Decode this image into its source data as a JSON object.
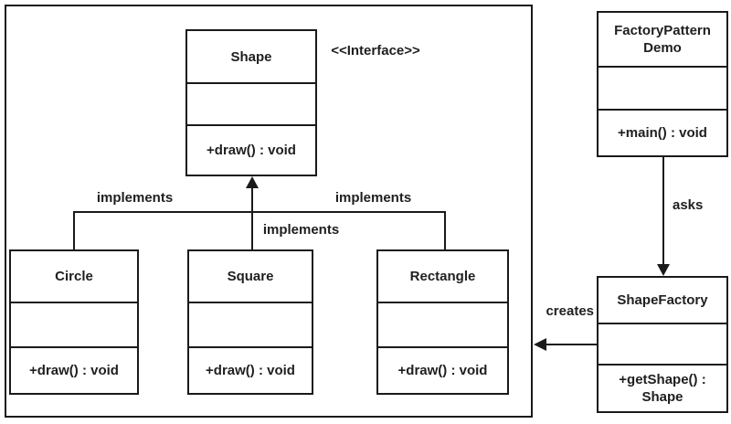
{
  "colors": {
    "line": "#1a1a1a",
    "background": "#ffffff",
    "text": "#1f1f1f"
  },
  "stereotype": "<<Interface>>",
  "classes": {
    "shape": {
      "name": "Shape",
      "method": "+draw() : void"
    },
    "circle": {
      "name": "Circle",
      "method": "+draw() : void"
    },
    "square": {
      "name": "Square",
      "method": "+draw() : void"
    },
    "rectangle": {
      "name": "Rectangle",
      "method": "+draw() : void"
    },
    "factory_pattern_demo": {
      "name_line1": "FactoryPattern",
      "name_line2": "Demo",
      "method": "+main() : void"
    },
    "shape_factory": {
      "name": "ShapeFactory",
      "method_line1": "+getShape() :",
      "method_line2": "Shape"
    }
  },
  "relationships": {
    "implements_left": "implements",
    "implements_center": "implements",
    "implements_right": "implements",
    "asks": "asks",
    "creates": "creates"
  }
}
